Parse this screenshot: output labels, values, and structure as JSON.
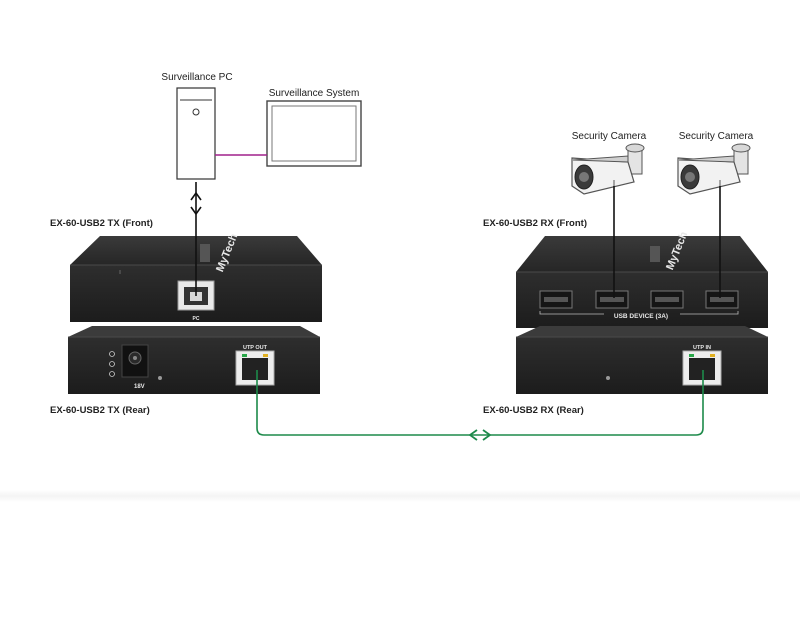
{
  "diagram": {
    "surveillance_pc_label": "Surveillance PC",
    "surveillance_system_label": "Surveillance System",
    "camera1_label": "Security Camera",
    "camera2_label": "Security Camera",
    "tx_front_label": "EX-60-USB2 TX (Front)",
    "tx_rear_label": "EX-60-USB2 TX (Rear)",
    "rx_front_label": "EX-60-USB2 RX (Front)",
    "rx_rear_label": "EX-60-USB2 RX (Rear)",
    "tx_usb_port_label": "PC",
    "tx_power_label": "18V",
    "tx_utp_label": "UTP OUT",
    "rx_utp_label": "UTP IN",
    "rx_usb_group_label": "USB DEVICE (3A)",
    "brand_logo_text": "MyTech",
    "colors": {
      "pc_monitor_link": "#a0208c",
      "utp_cable": "#1d8a4a",
      "usb_cable": "#111111",
      "device_body": "#2b2b2b"
    }
  }
}
